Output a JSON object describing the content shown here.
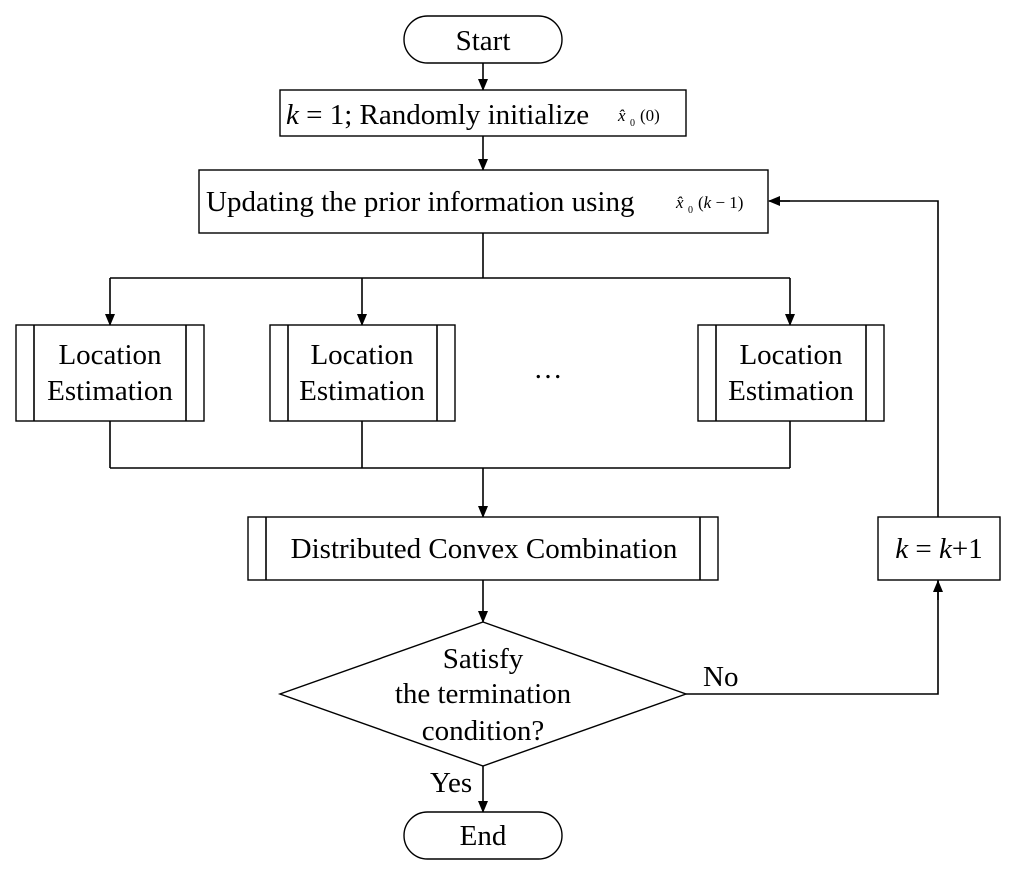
{
  "start": {
    "label": "Start"
  },
  "init": {
    "k": "k",
    "text": " = 1; Randomly initialize",
    "xhat": "x̂",
    "sub": "0",
    "arg": "(0)"
  },
  "update": {
    "text": "Updating the prior information using",
    "xhat": "x̂",
    "sub": "0",
    "arg": "(",
    "k": "k",
    "arg_end": " − 1)"
  },
  "location_estimation": [
    {
      "line1": "Location",
      "line2": "Estimation"
    },
    {
      "line1": "Location",
      "line2": "Estimation"
    },
    {
      "line1": "Location",
      "line2": "Estimation"
    }
  ],
  "ellipsis": "…",
  "combination": {
    "label": "Distributed Convex Combination"
  },
  "decision": {
    "line1": "Satisfy",
    "line2": "the termination",
    "line3": "condition?"
  },
  "no_label": "No",
  "yes_label": "Yes",
  "increment": {
    "k1": "k",
    "eq": " = ",
    "k2": "k",
    "plus": "+1"
  },
  "end": {
    "label": "End"
  }
}
